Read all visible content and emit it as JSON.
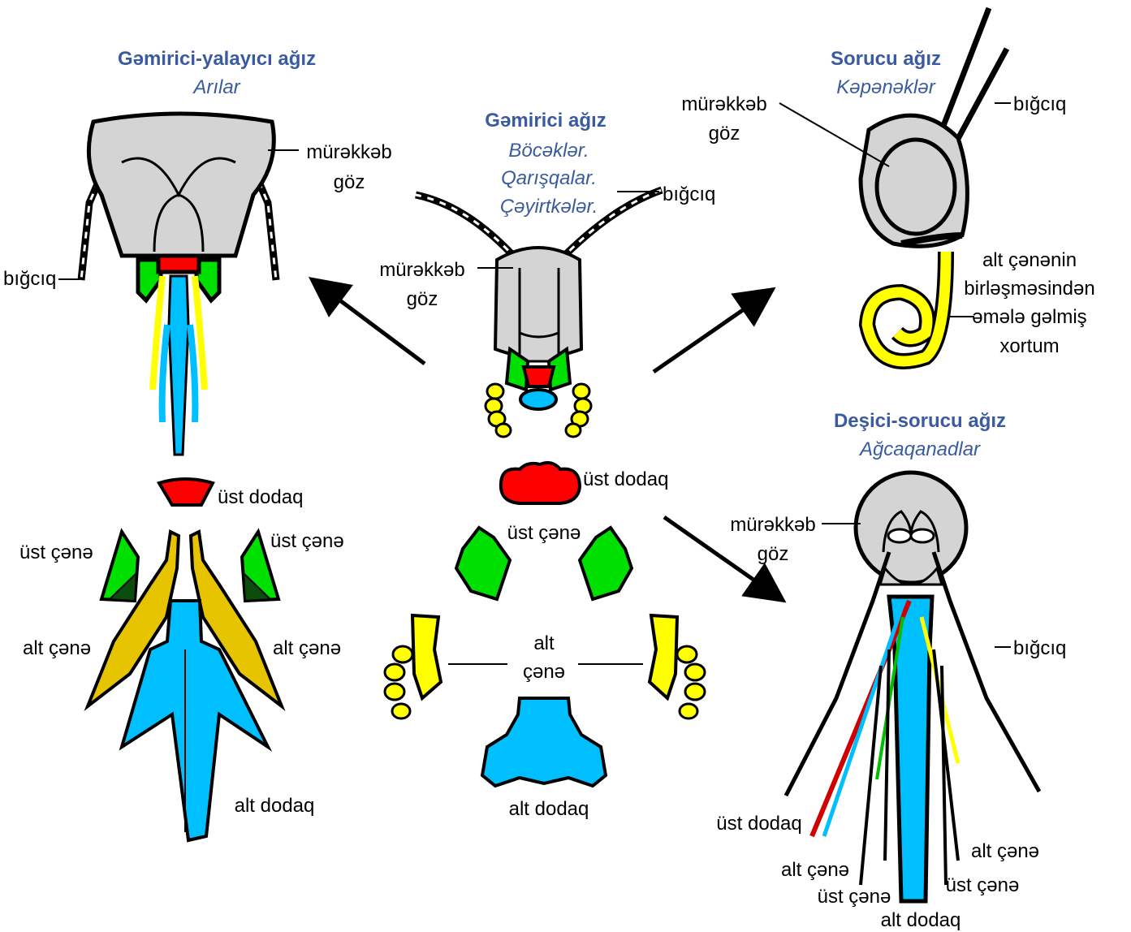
{
  "colors": {
    "head": "#d4d4d4",
    "labrum": "#ff0000",
    "mandible": "#00e000",
    "maxilla": "#ffff00",
    "maxilla_dark": "#e6c400",
    "labium": "#00bfff",
    "outline": "#000000",
    "title": "#3a5ba0"
  },
  "center": {
    "title": "Gəmirici ağız",
    "subtitle_1": "Böcəklər.",
    "subtitle_2": "Qarışqalar.",
    "subtitle_3": "Çəyirtkələr.",
    "antenna_label": "bığcıq",
    "eye_label_1": "mürəkkəb",
    "eye_label_2": "göz",
    "labrum_label": "üst dodaq",
    "mandible_label": "üst çənə",
    "maxilla_label_1": "alt",
    "maxilla_label_2": "çənə",
    "labium_label": "alt dodaq"
  },
  "bee": {
    "title": "Gəmirici-yalayıcı ağız",
    "subtitle": "Arılar",
    "eye_label_1": "mürəkkəb",
    "eye_label_2": "göz",
    "antenna_label": "bığcıq",
    "labrum_label": "üst dodaq",
    "mandible_left_label": "üst çənə",
    "mandible_right_label": "üst çənə",
    "maxilla_left_label": "alt çənə",
    "maxilla_right_label": "alt çənə",
    "labium_label": "alt dodaq"
  },
  "butterfly": {
    "title": "Sorucu ağız",
    "subtitle": "Kəpənəklər",
    "eye_label_1": "mürəkkəb",
    "eye_label_2": "göz",
    "antenna_label": "bığcıq",
    "proboscis_label_1": "alt çənənin",
    "proboscis_label_2": "birləşməsindən",
    "proboscis_label_3": "əmələ gəlmiş",
    "proboscis_label_4": "xortum"
  },
  "mosquito": {
    "title": "Deşici-sorucu ağız",
    "subtitle": "Ağcaqanadlar",
    "eye_label_1": "mürəkkəb",
    "eye_label_2": "göz",
    "antenna_label": "bığcıq",
    "labrum_label": "üst dodaq",
    "maxilla_left_label": "alt çənə",
    "maxilla_right_label": "alt çənə",
    "mandible_left_label": "üst çənə",
    "mandible_right_label": "üst çənə",
    "labium_label": "alt dodaq"
  }
}
